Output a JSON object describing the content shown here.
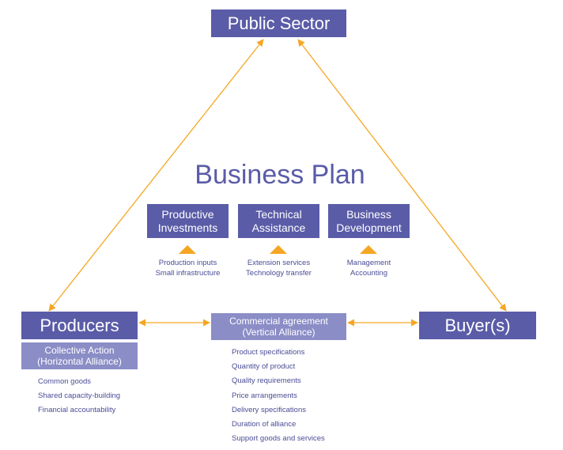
{
  "public_sector": "Public Sector",
  "business_plan": {
    "title": "Business Plan",
    "pillars": [
      {
        "line1": "Productive",
        "line2": "Investments",
        "details": [
          "Production inputs",
          "Small infrastructure"
        ]
      },
      {
        "line1": "Technical",
        "line2": "Assistance",
        "details": [
          "Extension services",
          "Technology transfer"
        ]
      },
      {
        "line1": "Business",
        "line2": "Development",
        "details": [
          "Management",
          "Accounting"
        ]
      }
    ]
  },
  "producers": {
    "title": "Producers",
    "collective_line1": "Collective Action",
    "collective_line2": "(Horizontal Alliance)",
    "items": [
      "Common goods",
      "Shared capacity-building",
      "Financial accountability"
    ]
  },
  "commercial": {
    "line1": "Commercial agreement",
    "line2": "(Vertical Alliance)",
    "items": [
      "Product specifications",
      "Quantity of product",
      "Quality requirements",
      "Price arrangements",
      "Delivery specifications",
      "Duration of alliance",
      "Support goods and services"
    ]
  },
  "buyers": {
    "title": "Buyer(s)"
  },
  "colors": {
    "box": "#5a5ca8",
    "box_light": "#8b8dc6",
    "arrow": "#f5a623",
    "text": "#4a4c96"
  }
}
